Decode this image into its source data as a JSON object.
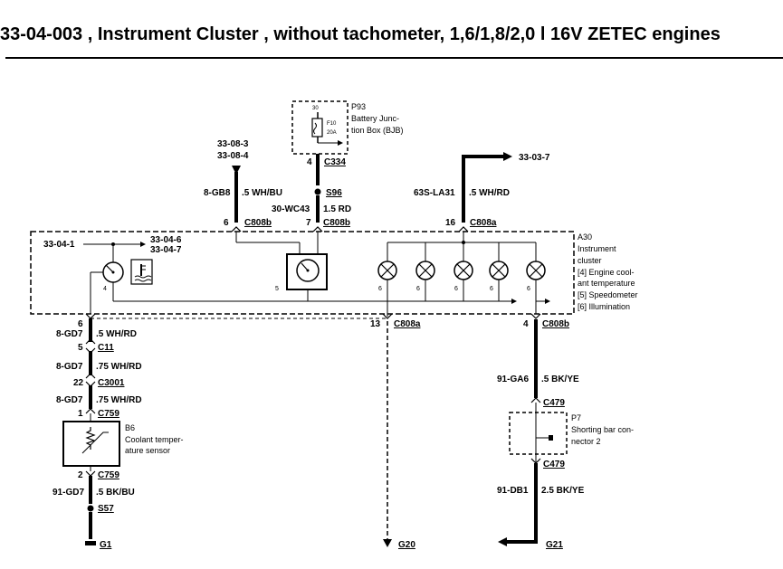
{
  "title": "33-04-003 , Instrument Cluster , without tachometer, 1,6/1,8/2,0 l 16V ZETEC engines",
  "p93": {
    "ref": "P93",
    "pin": "30",
    "fuse": "F10",
    "amps": "20A",
    "line1": "Battery Junc-",
    "line2": "tion Box (BJB)",
    "conn_pin": "4",
    "conn": "C334"
  },
  "ref_a": "33-08-3",
  "ref_b": "33-08-4",
  "ref_c": "33-03-7",
  "ref_d": "33-04-1",
  "ref_e": "33-04-6",
  "ref_f": "33-04-7",
  "w_gb8": {
    "code": "8-GB8",
    "spec": ".5 WH/BU",
    "pin": "6",
    "conn": "C808b"
  },
  "w_s96": {
    "splice": "S96",
    "code": "30-WC43",
    "spec": "1.5 RD",
    "pin": "7",
    "conn": "C808b"
  },
  "w_la31": {
    "code": "63S-LA31",
    "spec": ".5 WH/RD",
    "pin": "16",
    "conn": "C808a"
  },
  "a30": {
    "ref": "A30",
    "l1": "Instrument",
    "l2": "cluster",
    "l3": "[4] Engine cool-",
    "l4": "ant temperature",
    "l5": "[5] Speedometer",
    "l6": "[6] Illumination",
    "pin_temp": "4",
    "pin_speedo": "5",
    "pin_lamp": "6"
  },
  "left": {
    "pin_top": "6",
    "w1_code": "8-GD7",
    "w1_spec": ".5 WH/RD",
    "c11_pin": "5",
    "c11": "C11",
    "w2_code": "8-GD7",
    "w2_spec": ".75 WH/RD",
    "c3001_pin": "22",
    "c3001": "C3001",
    "w3_code": "8-GD7",
    "w3_spec": ".75 WH/RD",
    "c759_top_pin": "1",
    "c759_top": "C759",
    "sensor_ref": "B6",
    "sensor_l1": "Coolant temper-",
    "sensor_l2": "ature sensor",
    "c759_bot_pin": "2",
    "c759_bot": "C759",
    "w4_code": "91-GD7",
    "w4_spec": ".5 BK/BU",
    "splice": "S57",
    "ground": "G1"
  },
  "mid": {
    "pin": "13",
    "conn": "C808a",
    "ground": "G20"
  },
  "right": {
    "pin": "4",
    "conn": "C808b",
    "w1_code": "91-GA6",
    "w1_spec": ".5 BK/YE",
    "c479_top": "C479",
    "p7_ref": "P7",
    "p7_l1": "Shorting bar con-",
    "p7_l2": "nector 2",
    "c479_bot": "C479",
    "w2_code": "91-DB1",
    "w2_spec": "2.5 BK/YE",
    "ground": "G21"
  }
}
